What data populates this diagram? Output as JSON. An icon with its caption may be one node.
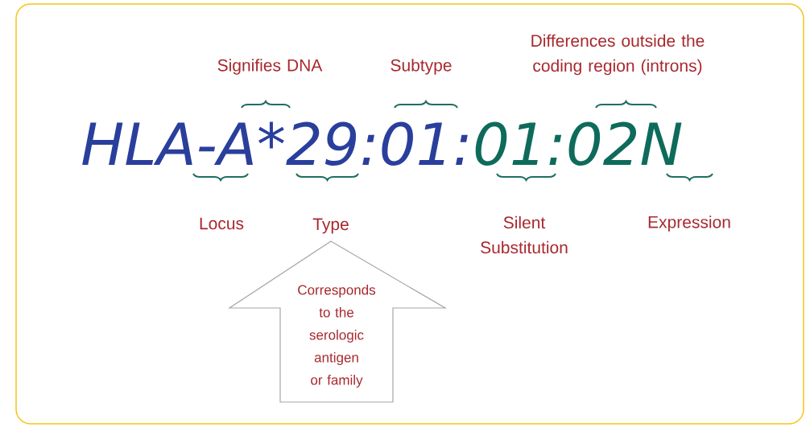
{
  "diagram": {
    "nodes": [
      {
        "text": [
          "Corresponds to the serologic antigen or family"
        ]
      }
    ],
    "labels": [
      "Differences outside the coding region (introns)",
      "Signifies DNA",
      "Subtype",
      "HLA-A*29:01:",
      "01:02N",
      "Locus",
      "Type",
      "Silent Substitution",
      "Expression"
    ]
  }
}
